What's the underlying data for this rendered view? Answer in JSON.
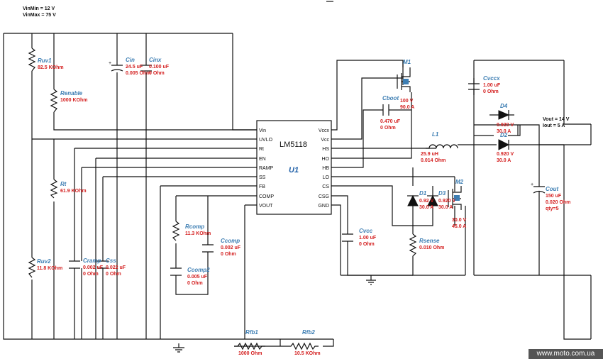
{
  "header": {
    "vin_min": "VinMin = 12 V",
    "vin_max": "VinMax = 75 V"
  },
  "ic": {
    "name": "LM5118",
    "ref": "U1",
    "left_pins": [
      "Vin",
      "UVLO",
      "Rt",
      "EN",
      "RAMP",
      "SS",
      "FB",
      "COMP",
      "VOUT"
    ],
    "right_pins": [
      "Vccx",
      "Vcc",
      "HS",
      "HO",
      "HB",
      "LO",
      "CS",
      "CSG",
      "GND"
    ]
  },
  "components": {
    "ruv1": {
      "ref": "Ruv1",
      "v1": "82.5 KOhm"
    },
    "renable": {
      "ref": "Renable",
      "v1": "1000 KOhm"
    },
    "rt": {
      "ref": "Rt",
      "v1": "61.9 KOhm"
    },
    "ruv2": {
      "ref": "Ruv2",
      "v1": "11.8 KOhm"
    },
    "cin": {
      "ref": "Cin",
      "v1": "24.5 uF",
      "v2": "0.005 Ohm"
    },
    "cinx": {
      "ref": "Cinx",
      "v1": "0.100 uF",
      "v2": "0 Ohm"
    },
    "cramp": {
      "ref": "Cramp",
      "v1": "0.002 uF",
      "v2": "0 Ohm"
    },
    "css": {
      "ref": "Css",
      "v1": "0.022 uF",
      "v2": "0 Ohm"
    },
    "rcomp": {
      "ref": "Rcomp",
      "v1": "11.3 KOhm"
    },
    "ccomp": {
      "ref": "Ccomp",
      "v1": "0.002 uF",
      "v2": "0 Ohm"
    },
    "ccomp2": {
      "ref": "Ccomp2",
      "v1": "0.005 uF",
      "v2": "0 Ohm"
    },
    "rfb1": {
      "ref": "Rfb1",
      "v1": "1000 Ohm"
    },
    "rfb2": {
      "ref": "Rfb2",
      "v1": "10.5 KOhm"
    },
    "m1": {
      "ref": "M1",
      "v1": "100 V",
      "v2": "90.0 A"
    },
    "cboot": {
      "ref": "Cboot",
      "v1": "0.470 uF",
      "v2": "0 Ohm"
    },
    "cvccx": {
      "ref": "Cvccx",
      "v1": "1.00 uF",
      "v2": "0 Ohm"
    },
    "l1": {
      "ref": "L1",
      "v1": "25.9 uH",
      "v2": "0.014 Ohm"
    },
    "d4": {
      "ref": "D4",
      "v1": "0.920 V",
      "v2": "30.0 A"
    },
    "d2": {
      "ref": "D2",
      "v1": "0.920 V",
      "v2": "30.0 A"
    },
    "d1": {
      "ref": "D1",
      "v1": "0.92 V",
      "v2": "30.0 A"
    },
    "d3": {
      "ref": "D3",
      "v1": "0.920 V",
      "v2": "30.0 A"
    },
    "m2": {
      "ref": "M2",
      "v1": "30.0 V",
      "v2": "45.0 A"
    },
    "cvcc": {
      "ref": "Cvcc",
      "v1": "1.00 uF",
      "v2": "0 Ohm"
    },
    "rsense": {
      "ref": "Rsense",
      "v1": "0.010 Ohm"
    },
    "cout": {
      "ref": "Cout",
      "v1": "150 uF",
      "v2": "0.020 Ohm",
      "v3": "qty=5"
    }
  },
  "output": {
    "vout": "Vout = 14 V",
    "iout": "Iout = 5 A"
  },
  "watermark": "www.moto.com.ua"
}
